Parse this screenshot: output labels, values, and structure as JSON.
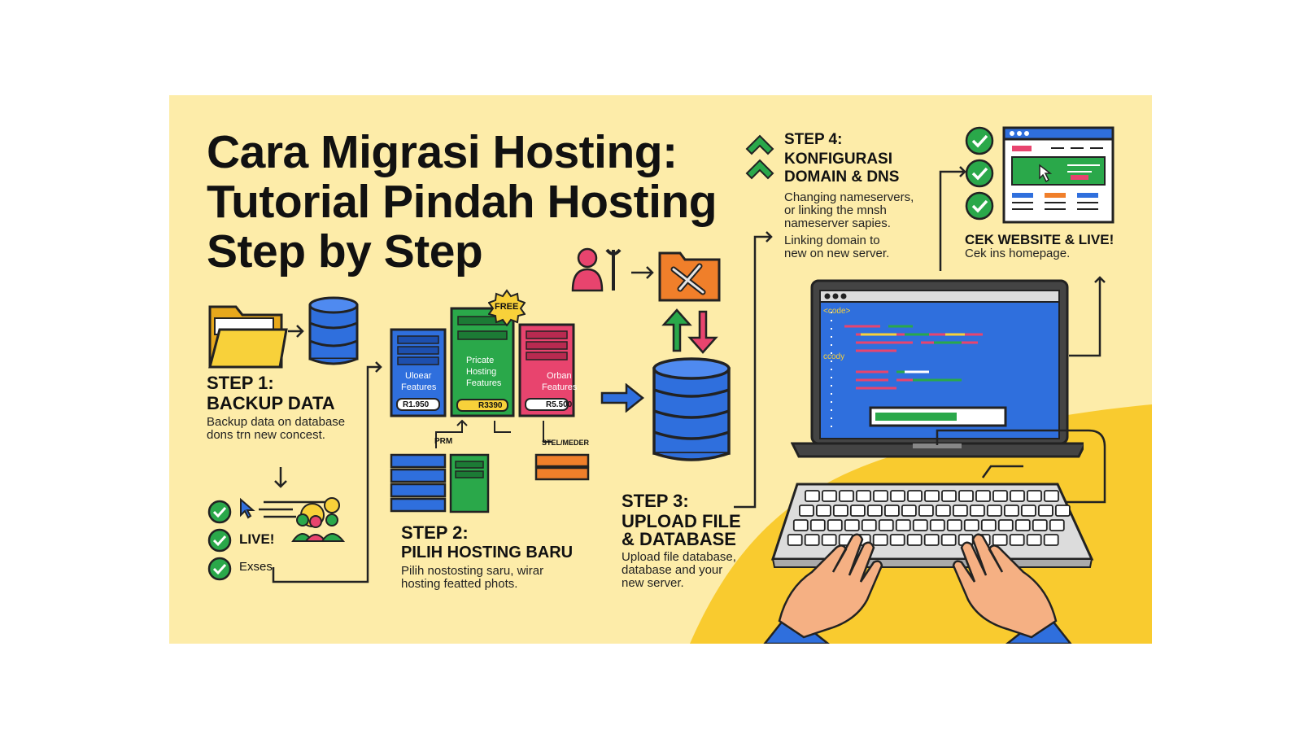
{
  "title": {
    "line1": "Cara Migrasi Hosting:",
    "line2": "Tutorial Pindah Hosting",
    "line3": "Step by Step"
  },
  "step1": {
    "heading1": "STEP 1:",
    "heading2": "BACKUP DATA",
    "desc1": "Backup data on database",
    "desc2": "dons trn new concest.",
    "checks": [
      "LIVE!",
      "Exses"
    ]
  },
  "step2": {
    "heading1": "STEP 2:",
    "heading2": "PILIH HOSTING BARU",
    "desc1": "Pilih nostosting saru, wirar",
    "desc2": "hosting featted phots.",
    "free_badge": "FREE",
    "plans": [
      {
        "name1": "Uloear",
        "name2": "Features",
        "price": "R1.950"
      },
      {
        "name1": "Pricate",
        "name2": "Hosting",
        "name3": "Features",
        "price": "R3390"
      },
      {
        "name1": "Orban",
        "name2": "Features",
        "price": "R5.500"
      }
    ],
    "label_left": "PRM",
    "label_right": "STEL/MEDER"
  },
  "step3": {
    "heading1": "STEP 3:",
    "heading2": "UPLOAD FILE",
    "heading3": "& DATABASE",
    "desc1": "Upload file database,",
    "desc2": "database and your",
    "desc3": "new server."
  },
  "step4": {
    "heading1": "STEP 4:",
    "heading2": "KONFIGURASI",
    "heading3": "DOMAIN & DNS",
    "desc1": "Changing nameservers,",
    "desc2": "or linking the mnsh",
    "desc3": "nameserver sapies.",
    "desc4": "Linking domain to",
    "desc5": "new on new server."
  },
  "step5": {
    "heading": "CEK WEBSITE & LIVE!",
    "desc": "Cek ins homepage."
  },
  "laptop": {
    "code_tag": "<code>",
    "code_word": "ccody"
  },
  "colors": {
    "panel_bg": "#fdeca9",
    "accent_yellow": "#f9cb2f",
    "blue": "#2f6fdd",
    "green": "#2aa84a",
    "pink": "#e8446e",
    "orange": "#f07f2a"
  }
}
